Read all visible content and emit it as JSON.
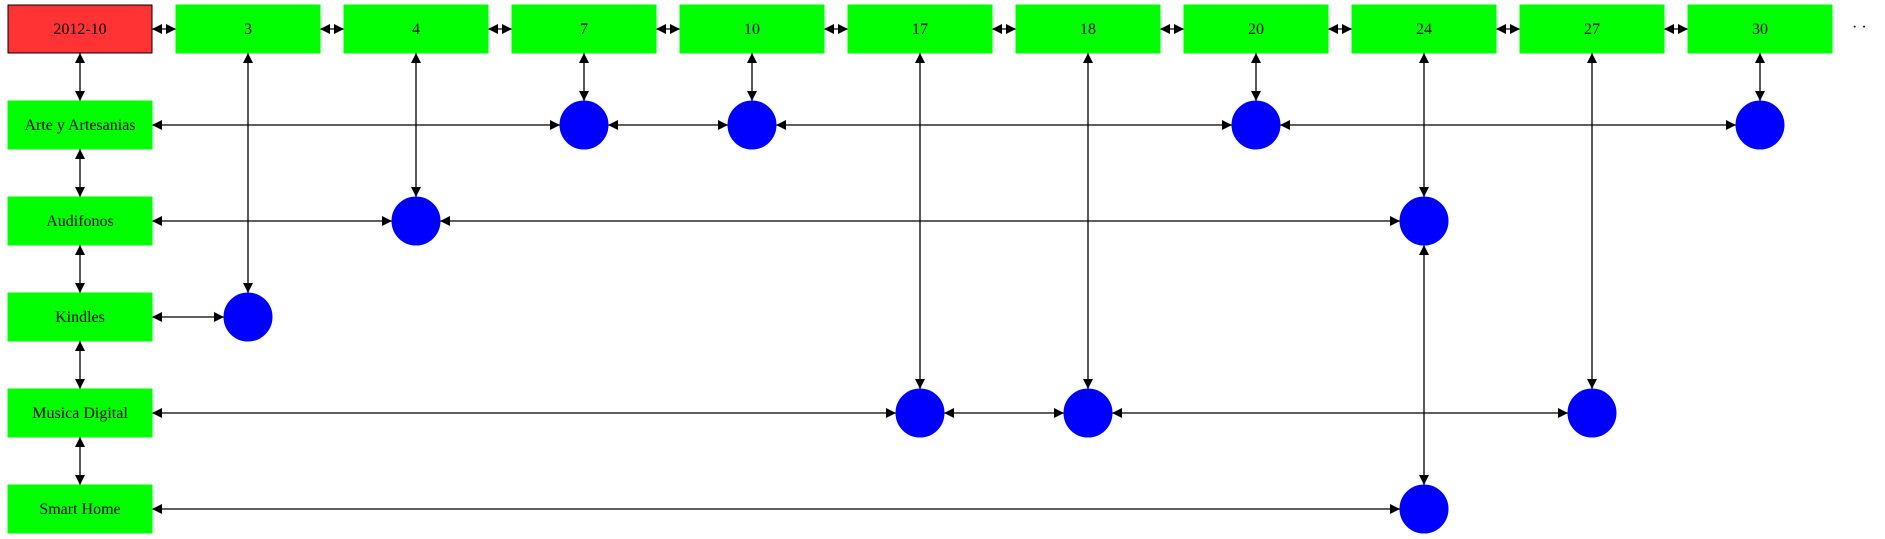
{
  "colors": {
    "header": "#ff3333",
    "node_box": "#00ff00",
    "dot": "#0000ff",
    "edge": "#000000"
  },
  "header": {
    "label": "2012-10"
  },
  "columns": [
    "3",
    "4",
    "7",
    "10",
    "17",
    "18",
    "20",
    "24",
    "27",
    "30"
  ],
  "rows": [
    "Arte y Artesanias",
    "Audifonos",
    "Kindles",
    "Musica Digital",
    "Smart Home"
  ],
  "dots": [
    {
      "row": "Arte y Artesanias",
      "col": "7"
    },
    {
      "row": "Arte y Artesanias",
      "col": "10"
    },
    {
      "row": "Arte y Artesanias",
      "col": "20"
    },
    {
      "row": "Arte y Artesanias",
      "col": "30"
    },
    {
      "row": "Audifonos",
      "col": "4"
    },
    {
      "row": "Audifonos",
      "col": "24"
    },
    {
      "row": "Kindles",
      "col": "3"
    },
    {
      "row": "Musica Digital",
      "col": "17"
    },
    {
      "row": "Musica Digital",
      "col": "18"
    },
    {
      "row": "Musica Digital",
      "col": "27"
    },
    {
      "row": "Smart Home",
      "col": "24"
    }
  ]
}
